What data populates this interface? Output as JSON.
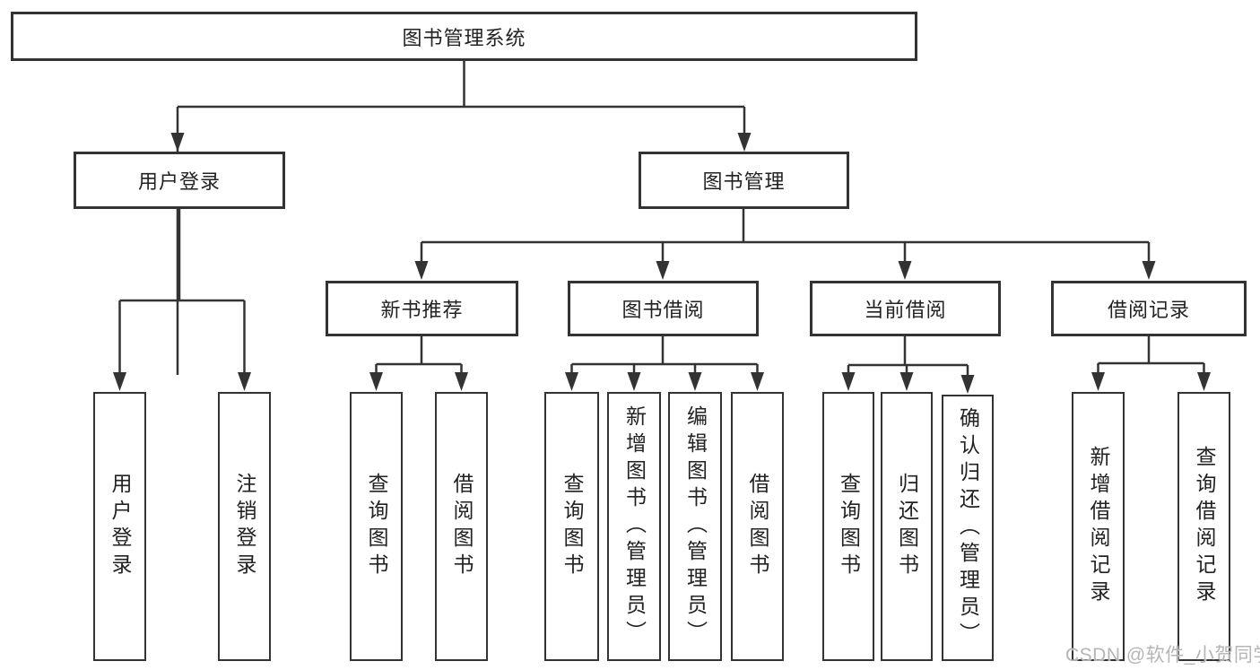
{
  "tree": {
    "root": "图书管理系统",
    "user_login": {
      "label": "用户登录",
      "children": [
        "用户登录",
        "注销登录"
      ]
    },
    "book_management": {
      "label": "图书管理",
      "sections": [
        {
          "label": "新书推荐",
          "children": [
            "查询图书",
            "借阅图书"
          ]
        },
        {
          "label": "图书借阅",
          "children": [
            "查询图书",
            "新增图书（管理员）",
            "编辑图书（管理员）",
            "借阅图书"
          ]
        },
        {
          "label": "当前借阅",
          "children": [
            "查询图书",
            "归还图书",
            "确认归还（管理员）"
          ]
        },
        {
          "label": "借阅记录",
          "children": [
            "新增借阅记录",
            "查询借阅记录"
          ]
        }
      ]
    }
  },
  "watermark": "CSDN @软件_小贺同学",
  "colors": {
    "line": "#333333",
    "text": "#222222",
    "background": "#ffffff",
    "watermark": "#b5b5b5"
  }
}
